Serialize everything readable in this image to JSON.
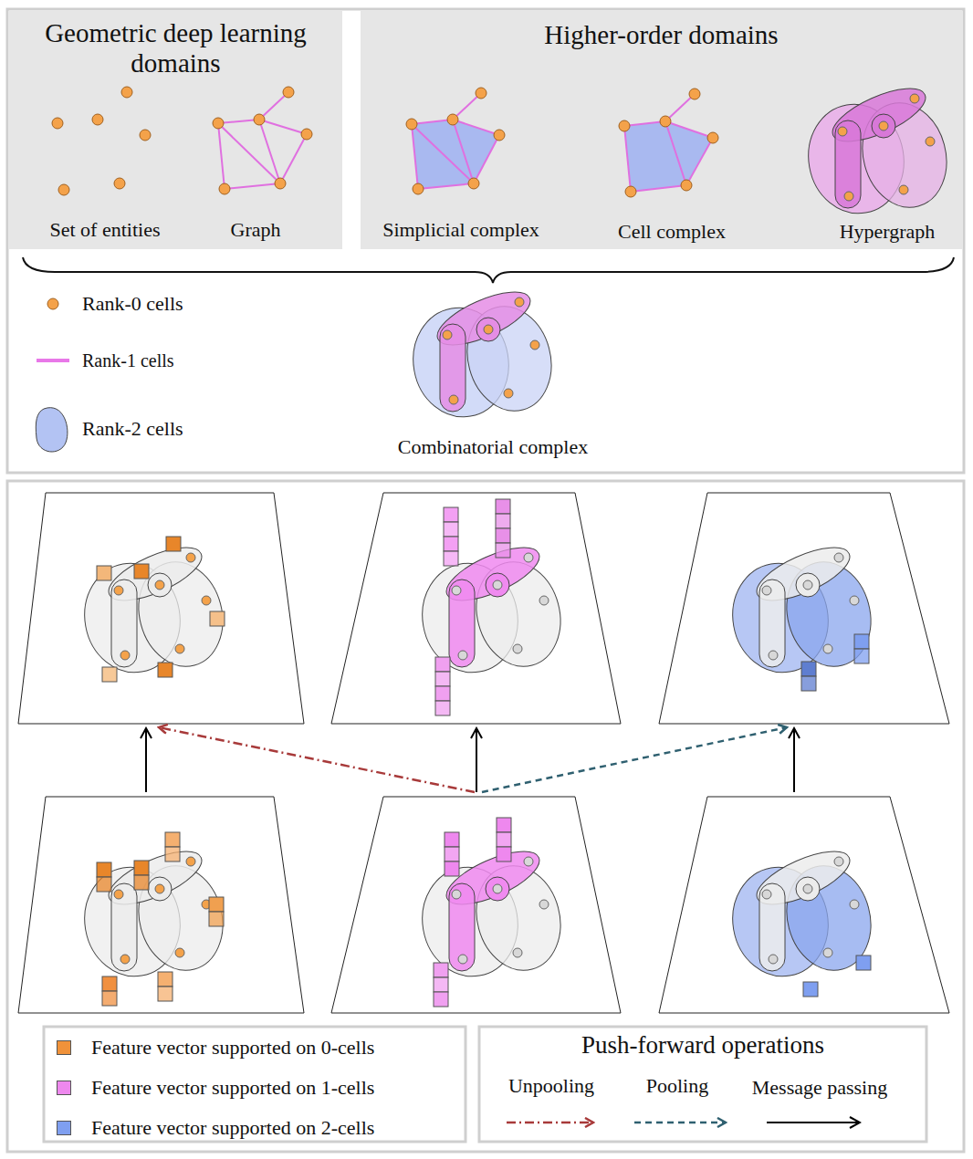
{
  "diagram": {
    "nodes": [
      {
        "text": [
          "Geometric deep learning domains"
        ]
      },
      {
        "text": [
          "Higher-order domains"
        ]
      }
    ],
    "labels": [
      "Set of entities",
      "Graph",
      "Simplicial complex",
      "Cell complex",
      "Hypergraph",
      "Combinatorial complex",
      "Push-forward operations"
    ],
    "legend": [
      {
        "text": "Rank-0 cells"
      },
      {
        "text": "Rank-1 cells"
      },
      {
        "text": "Rank-2 cells"
      },
      {
        "text": "Feature vector supported on 0-cells",
        "color": "#f0923a"
      },
      {
        "text": "Feature vector supported on 1-cells",
        "color": "#ee88ee"
      },
      {
        "text": "Feature vector supported on 2-cells",
        "color": "#7f9ff0"
      },
      {
        "text": "Unpooling"
      },
      {
        "text": "Pooling"
      },
      {
        "text": "Message passing"
      }
    ]
  }
}
